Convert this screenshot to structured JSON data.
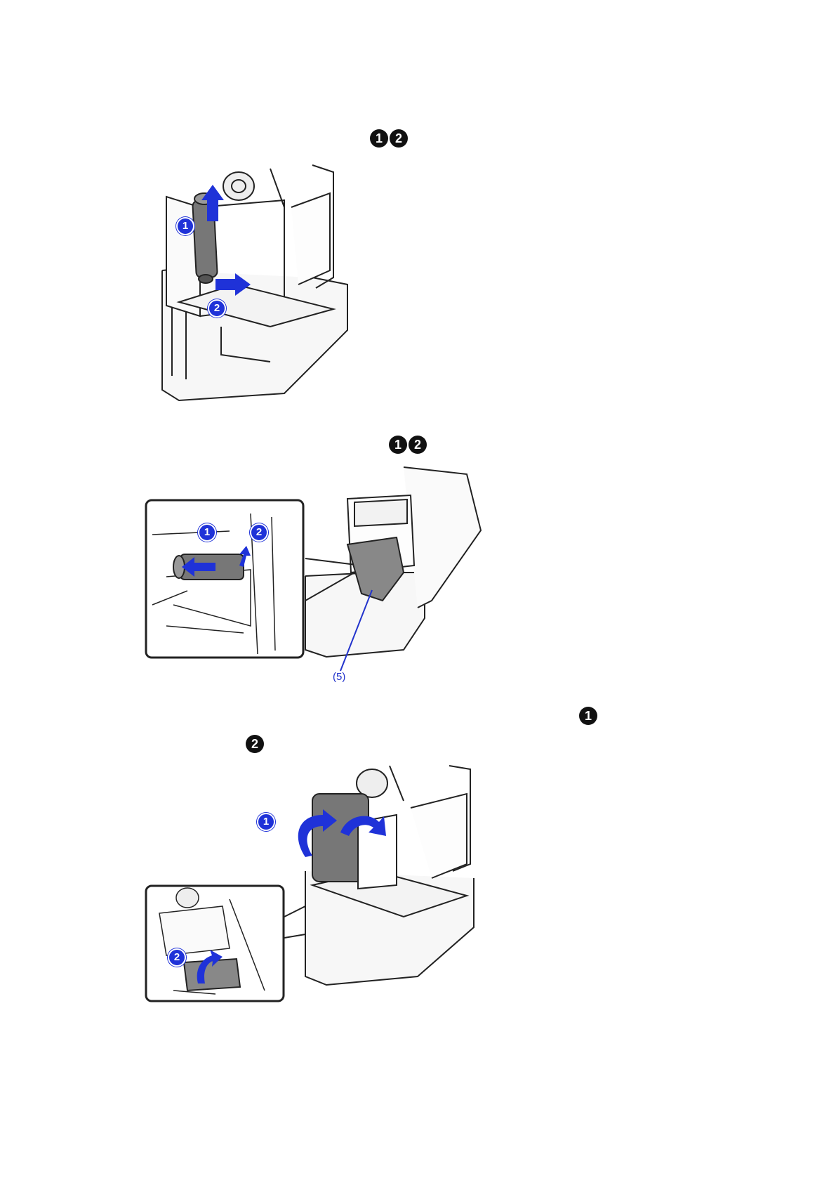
{
  "step1": {
    "markers": [
      "1",
      "2"
    ],
    "callouts": [
      "1",
      "2"
    ]
  },
  "step2": {
    "markers": [
      "1",
      "2"
    ],
    "callouts": [
      "1",
      "2"
    ],
    "part_label": "(5)"
  },
  "step3": {
    "markers": [
      "1",
      "2"
    ],
    "callouts": [
      "1",
      "2"
    ]
  },
  "colors": {
    "marker": "#111111",
    "callout": "#1f32d8",
    "line": "#222222"
  },
  "icons": [
    "printer-open-illustration",
    "ribbon-roll-illustration",
    "arrow-icon",
    "magnifier-inset"
  ]
}
